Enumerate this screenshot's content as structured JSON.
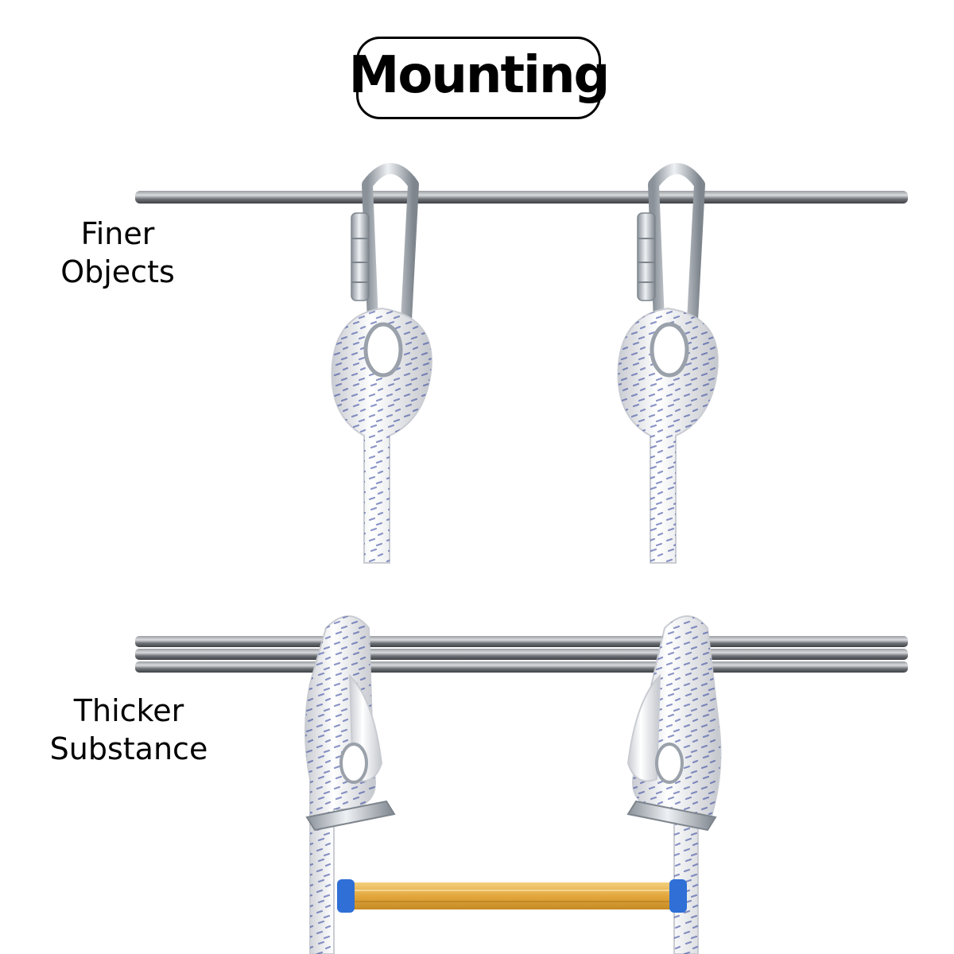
{
  "title": "Mounting",
  "labels": {
    "finer": [
      "Finer",
      "Objects"
    ],
    "thicker": [
      "Thicker",
      "Substance"
    ]
  },
  "colors": {
    "bar": "#6b6e72",
    "bar_highlight": "#c9ccd0",
    "rope": "#f1f2f4",
    "rope_shadow": "#c9ccd2",
    "rope_fleck": "#2e3f9a",
    "metal": "#c2c8cf",
    "metal_dark": "#7e858d",
    "rung": "#e8b24c",
    "rung_cap": "#2f6fd6"
  }
}
